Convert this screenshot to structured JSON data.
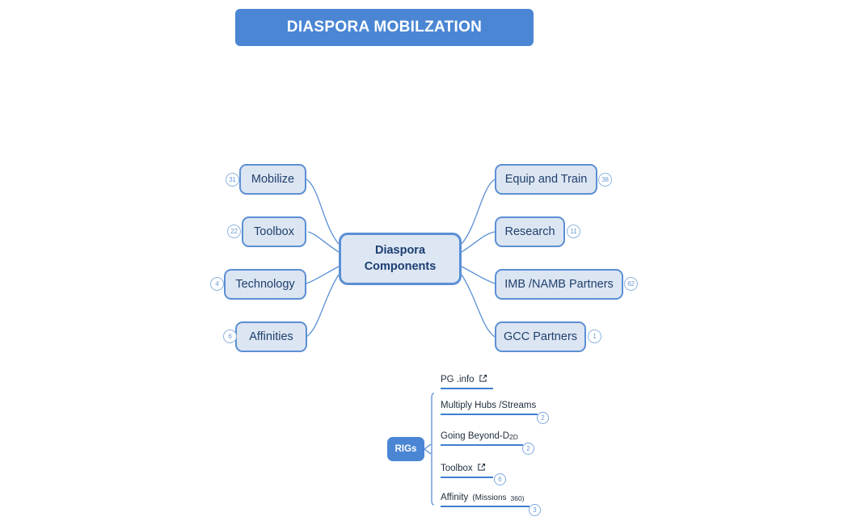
{
  "title": {
    "text": "DIASPORA MOBILZATION",
    "color": "#4a86d4"
  },
  "center_node": {
    "line1": "Diaspora",
    "line2": "Components"
  },
  "theme": {
    "node_fill": "#dce5f2",
    "node_border": "#5b8fd4",
    "accent": "#4a86d4",
    "edge_color": "#5b8fd4",
    "text_color": "#20416e"
  },
  "left_branches": [
    {
      "label": "Mobilize",
      "count": "31"
    },
    {
      "label": "Toolbox",
      "count": "22"
    },
    {
      "label": "Technology",
      "count": "4"
    },
    {
      "label": "Affinities",
      "count": "6"
    }
  ],
  "right_branches": [
    {
      "label": "Equip and Train",
      "count": "38"
    },
    {
      "label": "Research",
      "count": "11"
    },
    {
      "label": "IMB /NAMB Partners",
      "count": "62"
    },
    {
      "label": "GCC Partners",
      "count": "1"
    }
  ],
  "rigs": {
    "label": "RIGs",
    "items": [
      {
        "label": "PG .info",
        "count": "",
        "has_link": true,
        "suffix": ""
      },
      {
        "label": "Multiply Hubs /Streams",
        "count": "2",
        "has_link": false,
        "suffix": ""
      },
      {
        "label": "Going Beyond-D",
        "count": "2",
        "has_link": false,
        "suffix": "2D"
      },
      {
        "label": "Toolbox",
        "count": "6",
        "has_link": true,
        "suffix": ""
      },
      {
        "label": "Affinity",
        "count": "3",
        "has_link": false,
        "suffix": "",
        "paren": "(Missions",
        "sub": "360)"
      }
    ]
  }
}
